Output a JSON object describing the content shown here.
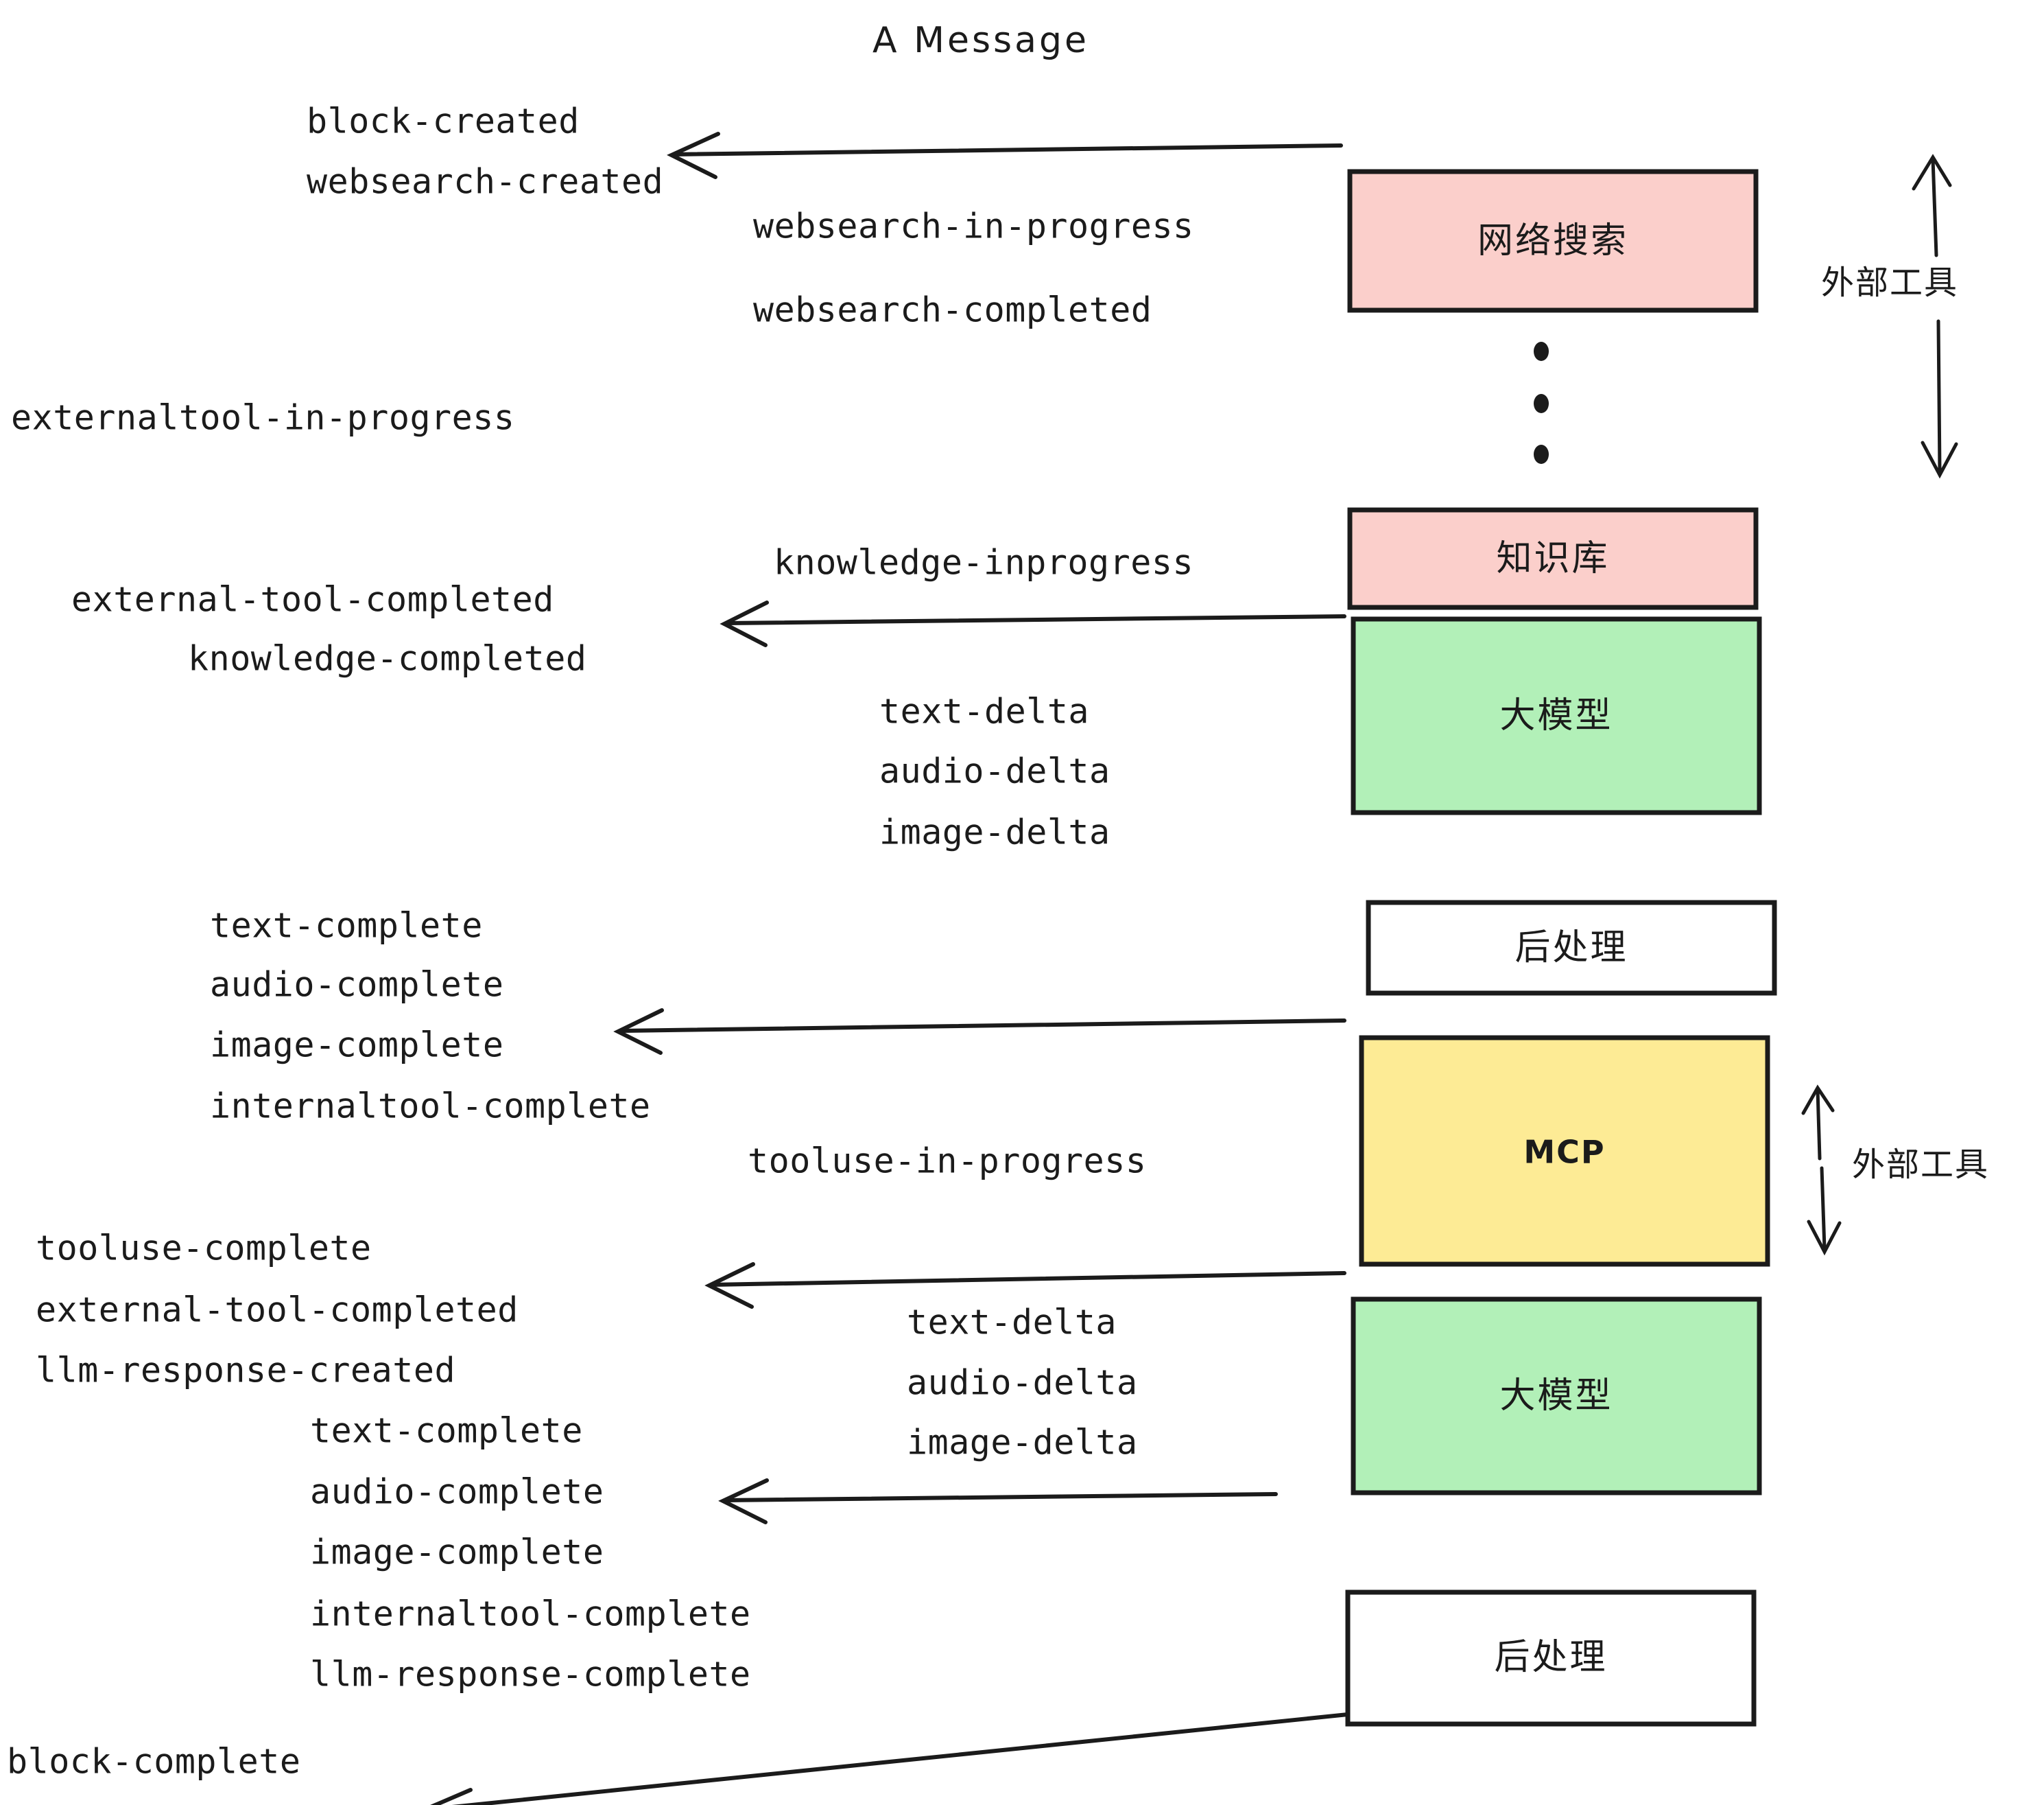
{
  "title": "A Message",
  "colors": {
    "pink": "#FBCFCB",
    "green": "#B2F0B8",
    "yellow": "#FDEB95",
    "white": "#FFFFFF",
    "stroke": "#1B1B1B",
    "background": "#FFFFFF"
  },
  "nodes": [
    {
      "id": "websearch",
      "label": "网络搜索",
      "fill": "#FBCFCB",
      "kind": "cn"
    },
    {
      "id": "knowledge",
      "label": "知识库",
      "fill": "#FBCFCB",
      "kind": "cn"
    },
    {
      "id": "llm-1",
      "label": "大模型",
      "fill": "#B2F0B8",
      "kind": "cn"
    },
    {
      "id": "postprocess-1",
      "label": "后处理",
      "fill": "#FFFFFF",
      "kind": "cn"
    },
    {
      "id": "mcp",
      "label": "MCP",
      "fill": "#FDEB95",
      "kind": "en"
    },
    {
      "id": "llm-2",
      "label": "大模型",
      "fill": "#B2F0B8",
      "kind": "cn"
    },
    {
      "id": "postprocess-2",
      "label": "后处理",
      "fill": "#FFFFFF",
      "kind": "cn"
    }
  ],
  "side_labels": [
    {
      "id": "external-tools-top",
      "text": "外部工具"
    },
    {
      "id": "external-tools-bottom",
      "text": "外部工具"
    }
  ],
  "events": {
    "block_created": "block-created",
    "websearch_created": "websearch-created",
    "websearch_in_progress": "websearch-in-progress",
    "websearch_completed": "websearch-completed",
    "externaltool_in_progress": "externaltool-in-progress",
    "knowledge_inprogress": "knowledge-inprogress",
    "external_tool_completed_1": "external-tool-completed",
    "knowledge_completed": "knowledge-completed",
    "text_delta_1": "text-delta",
    "audio_delta_1": "audio-delta",
    "image_delta_1": "image-delta",
    "text_complete_1": "text-complete",
    "audio_complete_1": "audio-complete",
    "image_complete_1": "image-complete",
    "internaltool_complete_1": "internaltool-complete",
    "tooluse_in_progress": "tooluse-in-progress",
    "tooluse_complete": "tooluse-complete",
    "external_tool_completed_2": "external-tool-completed",
    "llm_response_created": "llm-response-created",
    "text_delta_2": "text-delta",
    "audio_delta_2": "audio-delta",
    "image_delta_2": "image-delta",
    "text_complete_2": "text-complete",
    "audio_complete_2": "audio-complete",
    "image_complete_2": "image-complete",
    "internaltool_complete_2": "internaltool-complete",
    "llm_response_complete": "llm-response-complete",
    "block_complete": "block-complete"
  }
}
